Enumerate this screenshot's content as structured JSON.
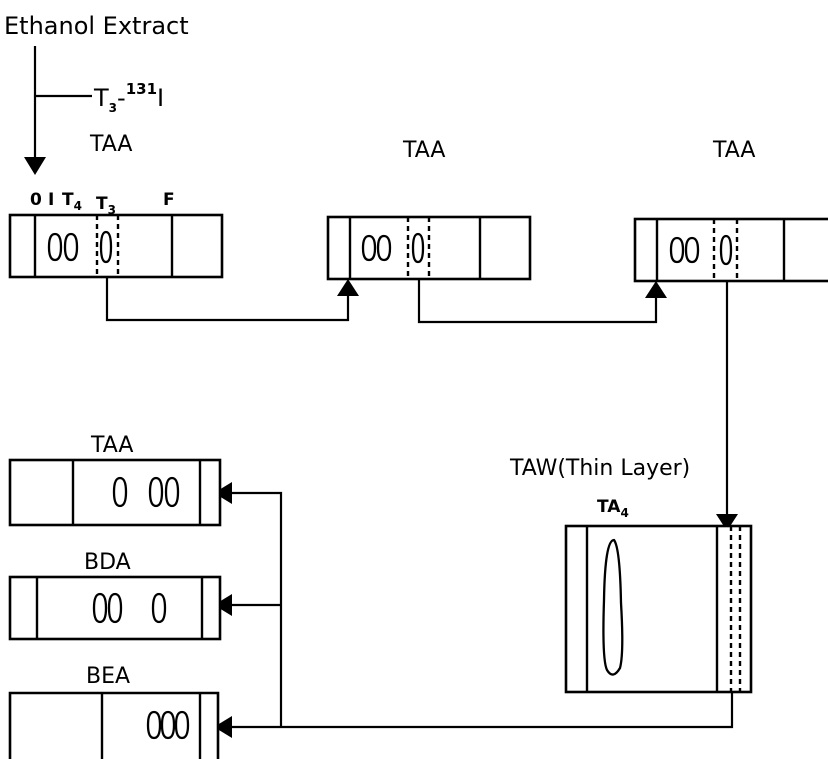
{
  "title": "Ethanol Extract",
  "tracer": {
    "base": "T",
    "sub": "3",
    "sep": "-",
    "sup": "131",
    "iso": "I"
  },
  "origin_labels": {
    "o": "0",
    "i": "I",
    "t4": "T",
    "t4_sub": "4",
    "t3": "T",
    "t3_sub": "3",
    "f": "F"
  },
  "strip_labels": {
    "taa_1": "TAA",
    "taa_2": "TAA",
    "taa_3": "TAA",
    "taw": "TAW(Thin Layer)",
    "taw_spot": "TA",
    "taw_spot_sub": "4",
    "taa_final": "TAA",
    "bda": "BDA",
    "bea": "BEA"
  }
}
